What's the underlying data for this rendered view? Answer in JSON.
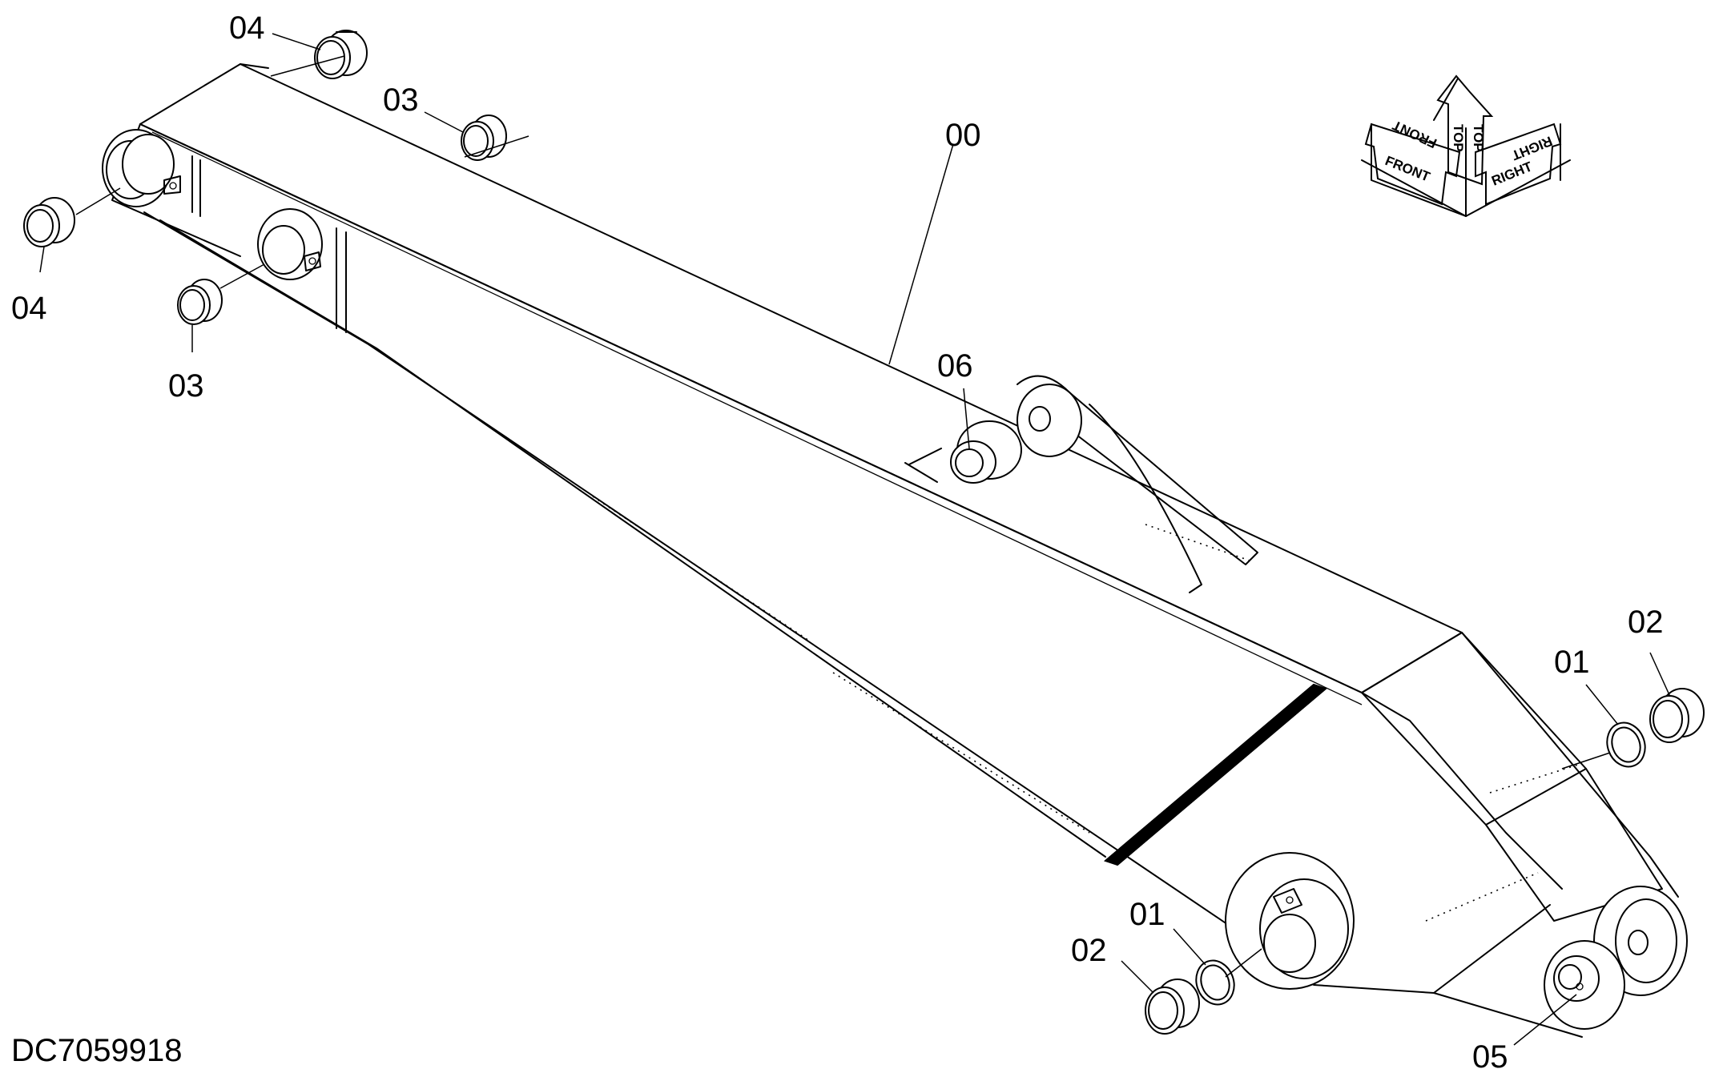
{
  "drawing_id": "DC7059918",
  "orientation": {
    "front_label": "FRONT",
    "top_label": "TOP",
    "right_label": "RIGHT"
  },
  "callouts": [
    {
      "id": "c00",
      "label": "00"
    },
    {
      "id": "c01a",
      "label": "01"
    },
    {
      "id": "c01b",
      "label": "01"
    },
    {
      "id": "c02a",
      "label": "02"
    },
    {
      "id": "c02b",
      "label": "02"
    },
    {
      "id": "c03a",
      "label": "03"
    },
    {
      "id": "c03b",
      "label": "03"
    },
    {
      "id": "c04a",
      "label": "04"
    },
    {
      "id": "c04b",
      "label": "04"
    },
    {
      "id": "c05",
      "label": "05"
    },
    {
      "id": "c06",
      "label": "06"
    }
  ]
}
